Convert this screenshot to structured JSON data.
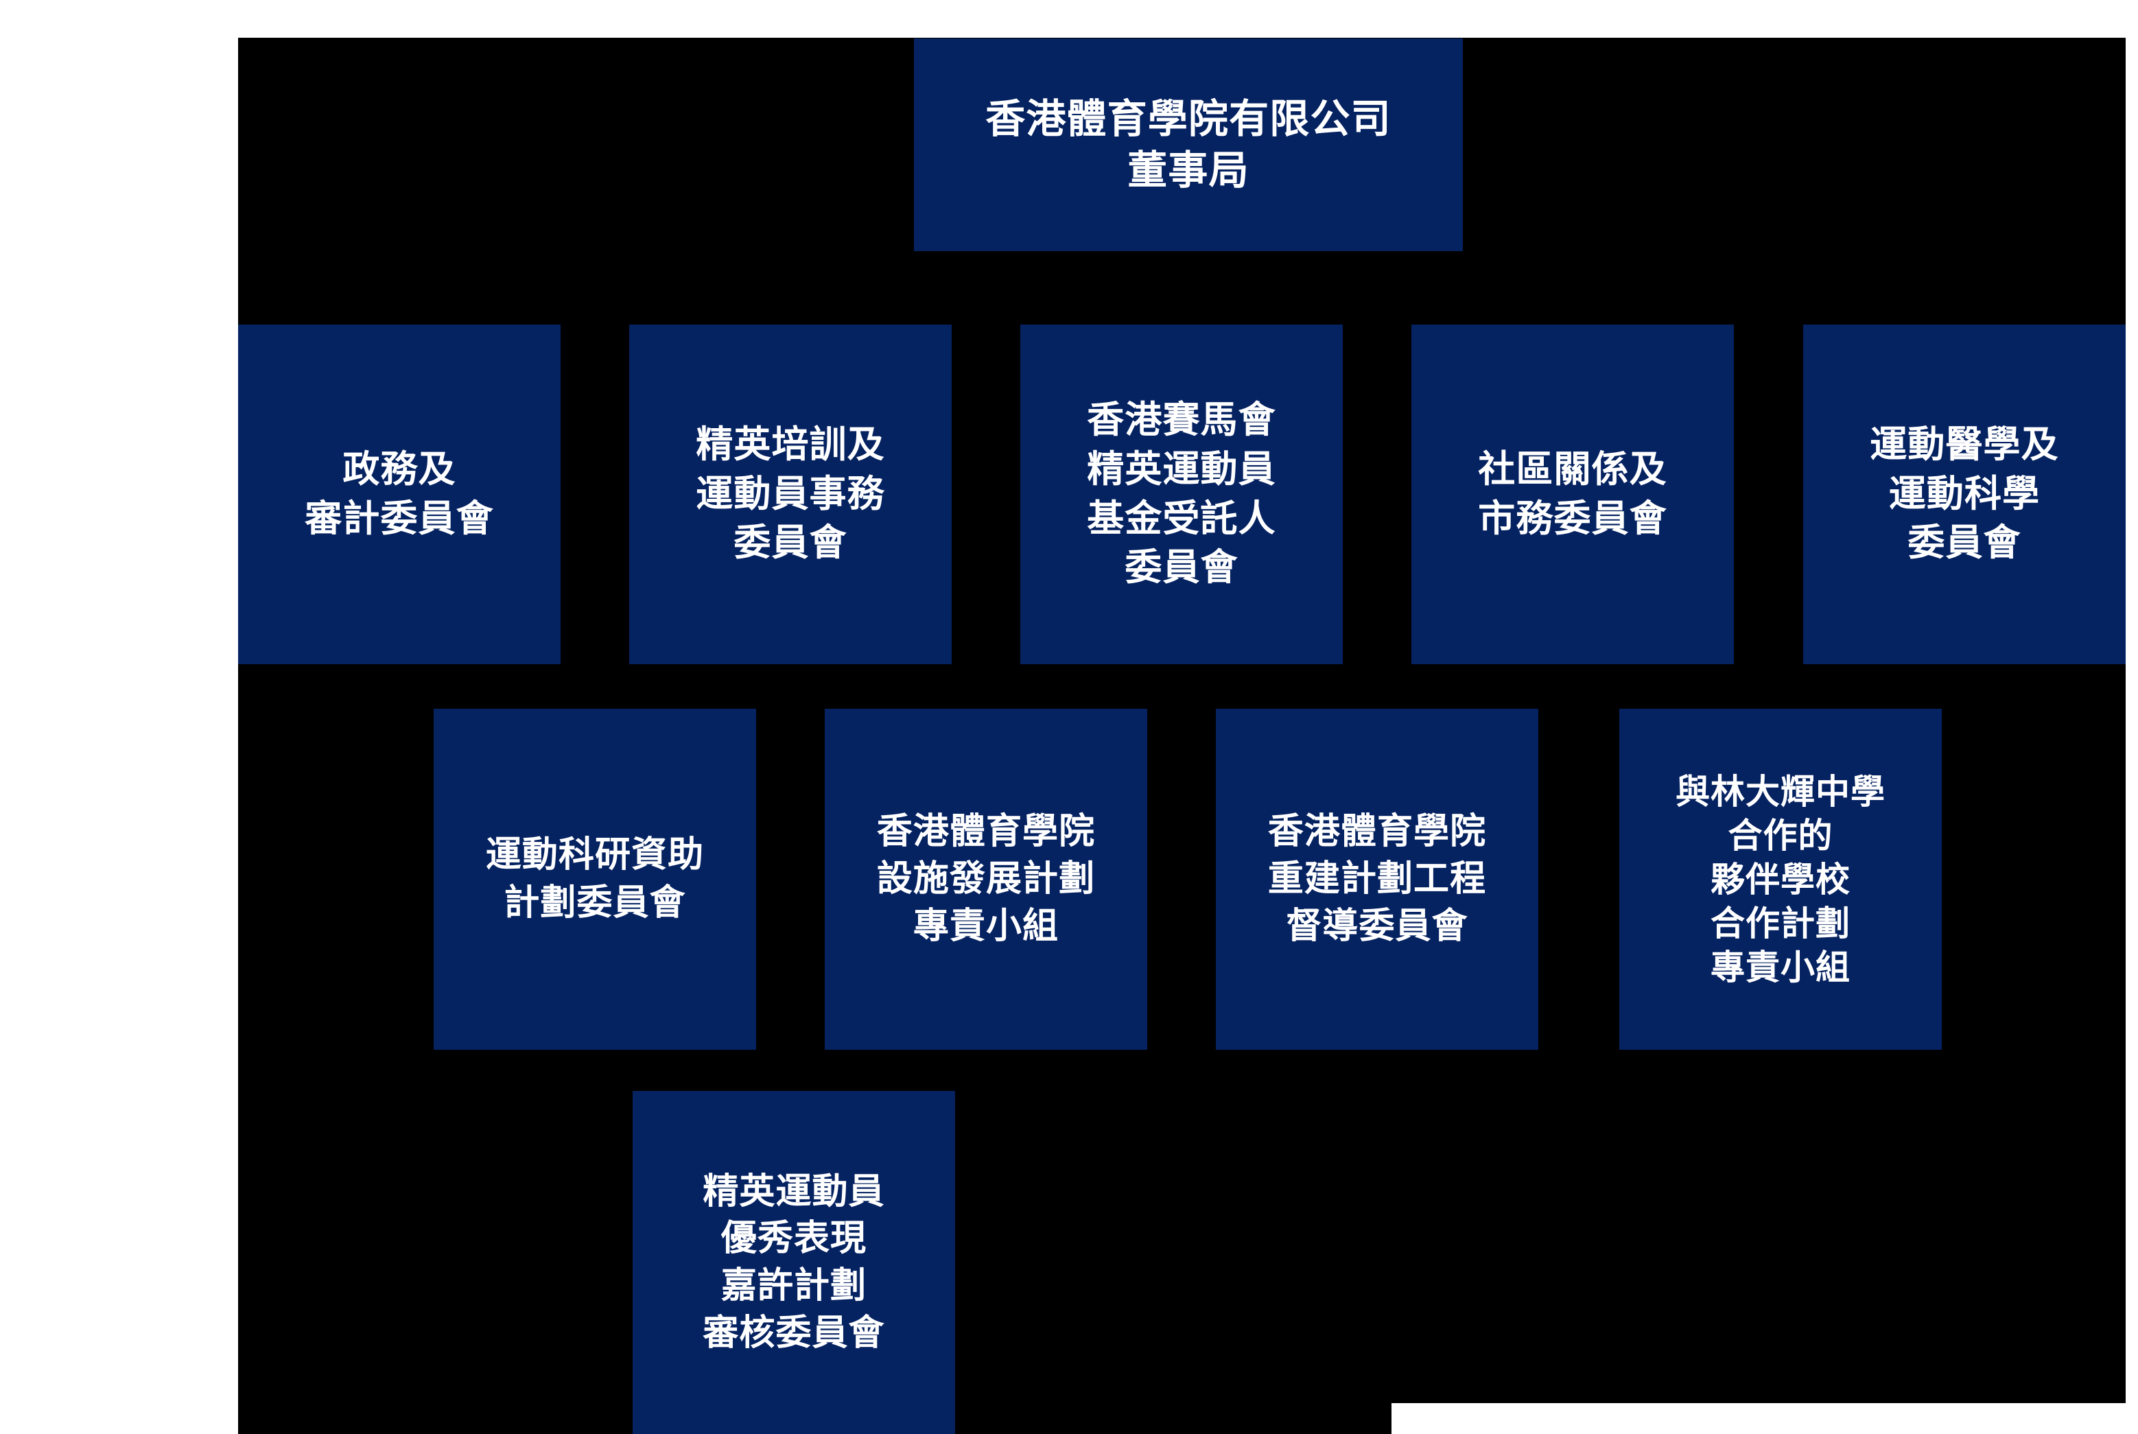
{
  "colors": {
    "canvas": "#ffffff",
    "backdrop": "#000000",
    "node_fill": "#052261",
    "node_text": "#ffffff"
  },
  "chart": {
    "type": "org-chart",
    "title": "香港體育學院有限公司 董事局 組織圖",
    "rows": [
      {
        "level": 1,
        "nodes": [
          {
            "id": "root",
            "lines": [
              "香港體育學院有限公司",
              "董事局"
            ]
          }
        ]
      },
      {
        "level": 2,
        "nodes": [
          {
            "id": "r2-0",
            "lines": [
              "政務及",
              "審計委員會"
            ]
          },
          {
            "id": "r2-1",
            "lines": [
              "精英培訓及",
              "運動員事務",
              "委員會"
            ]
          },
          {
            "id": "r2-2",
            "lines": [
              "香港賽馬會",
              "精英運動員",
              "基金受託人",
              "委員會"
            ]
          },
          {
            "id": "r2-3",
            "lines": [
              "社區關係及",
              "市務委員會"
            ]
          },
          {
            "id": "r2-4",
            "lines": [
              "運動醫學及",
              "運動科學",
              "委員會"
            ]
          }
        ]
      },
      {
        "level": 3,
        "nodes": [
          {
            "id": "r3-0",
            "lines": [
              "運動科研資助",
              "計劃委員會"
            ]
          },
          {
            "id": "r3-1",
            "lines": [
              "香港體育學院",
              "設施發展計劃",
              "專責小組"
            ]
          },
          {
            "id": "r3-2",
            "lines": [
              "香港體育學院",
              "重建計劃工程",
              "督導委員會"
            ]
          },
          {
            "id": "r3-3",
            "lines": [
              "與林大輝中學",
              "合作的",
              "夥伴學校",
              "合作計劃",
              "專責小組"
            ]
          }
        ]
      },
      {
        "level": 4,
        "nodes": [
          {
            "id": "r4-0",
            "lines": [
              "精英運動員",
              "優秀表現",
              "嘉許計劃",
              "審核委員會"
            ]
          }
        ]
      }
    ]
  }
}
